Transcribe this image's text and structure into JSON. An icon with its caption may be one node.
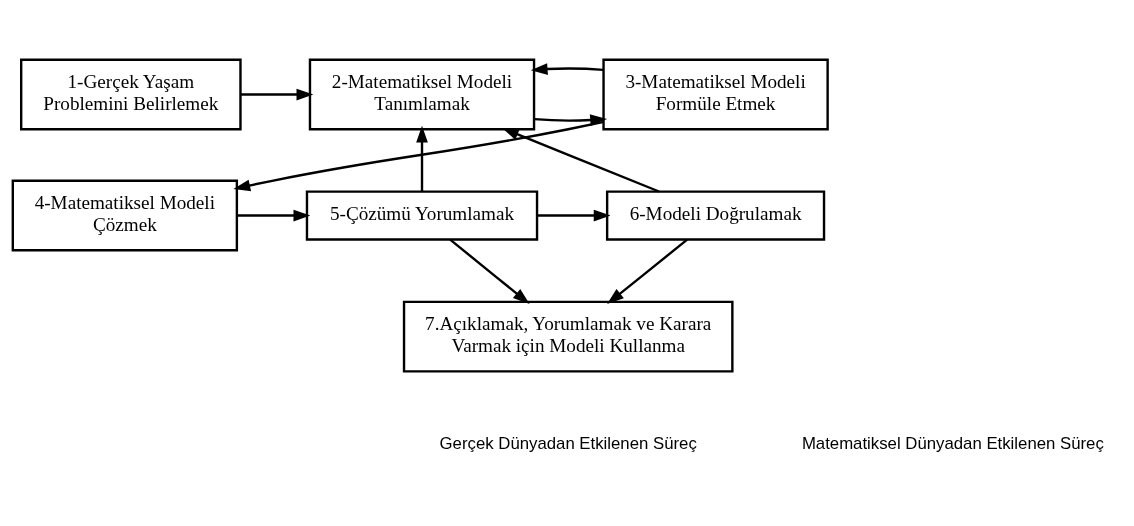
{
  "diagram": {
    "nodes": [
      {
        "text": [
          "1-Gerçek Yaşam Problemini Belirlemek"
        ]
      },
      {
        "text": [
          "2-Matematiksel Modeli Tanımlamak"
        ]
      },
      {
        "text": [
          "3-Matematiksel Modeli Formüle Etmek"
        ]
      },
      {
        "text": [
          "4-Matematiksel Modeli Çözmek"
        ]
      },
      {
        "text": [
          "5-Çözümü Yorumlamak"
        ]
      },
      {
        "text": [
          "6-Modeli Doğrulamak"
        ]
      },
      {
        "text": [
          "7.Açıklamak, Yorumlamak ve Karara Varmak için Modeli Kullanma"
        ]
      }
    ],
    "edges": [
      {
        "from": 0,
        "to": 1,
        "arrow": "to"
      },
      {
        "from": 1,
        "to": 2,
        "arrow": "to"
      },
      {
        "from": 2,
        "to": 1,
        "arrow": "to"
      },
      {
        "from": 2,
        "to": 3,
        "arrow": "to"
      },
      {
        "from": 3,
        "to": 4,
        "arrow": "to"
      },
      {
        "from": 4,
        "to": 1,
        "arrow": "to"
      },
      {
        "from": 4,
        "to": 5,
        "arrow": "to"
      },
      {
        "from": 5,
        "to": 1,
        "arrow": "to"
      },
      {
        "from": 5,
        "to": 6,
        "arrow": "to"
      },
      {
        "from": 4,
        "to": 6,
        "arrow": "to"
      }
    ],
    "labels": [
      "Gerçek Dünyadan Etkilenen Süreç",
      "Matematiksel Dünyadan Etkilenen Süreç"
    ]
  }
}
